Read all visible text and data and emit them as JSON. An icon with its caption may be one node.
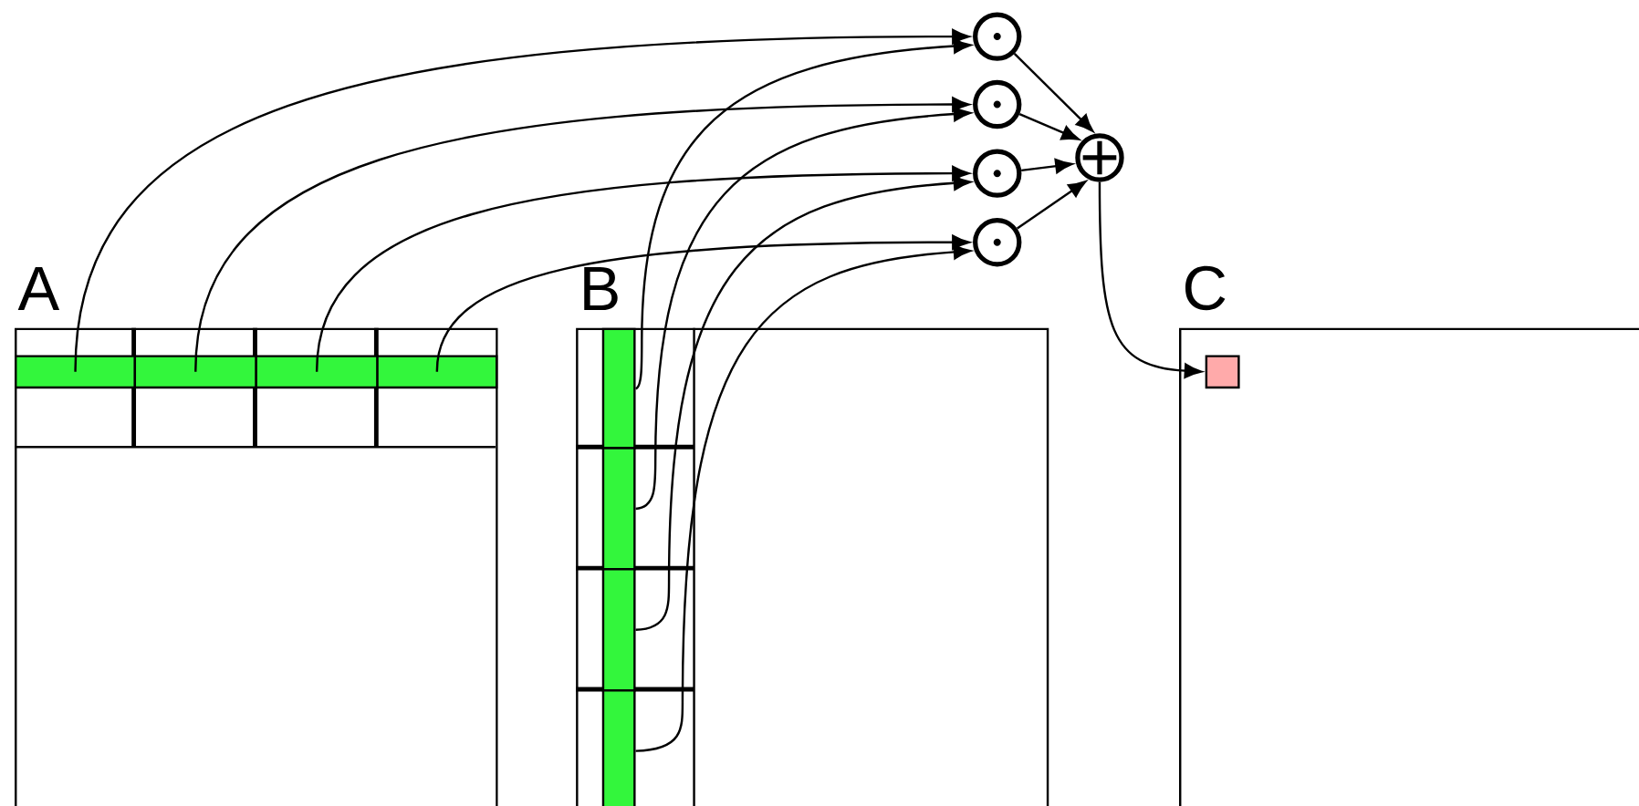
{
  "diagram": {
    "nodes": [
      {
        "text": [
          "A"
        ]
      },
      {
        "text": [],
        "shape": "box",
        "in": 0
      },
      {
        "text": [],
        "shape": "box",
        "in": 0
      },
      {
        "text": [],
        "shape": "box",
        "in": 0
      },
      {
        "text": [],
        "shape": "box",
        "in": 0
      },
      {
        "text": [
          "B"
        ]
      },
      {
        "text": [],
        "shape": "box",
        "in": 5
      },
      {
        "text": [],
        "shape": "box",
        "in": 5
      },
      {
        "text": [],
        "shape": "box",
        "in": 5
      },
      {
        "text": [],
        "shape": "box",
        "in": 5
      },
      {
        "text": [],
        "shape": "circle"
      },
      {
        "text": [],
        "shape": "circle"
      },
      {
        "text": [],
        "shape": "circle"
      },
      {
        "text": [],
        "shape": "circle"
      },
      {
        "text": [],
        "shape": "circle"
      },
      {
        "text": [
          "C"
        ]
      },
      {
        "text": [],
        "shape": "box",
        "in": 15
      }
    ],
    "edges": [
      {
        "from": 1,
        "to": 10,
        "arrow": "to"
      },
      {
        "from": 2,
        "to": 11,
        "arrow": "to"
      },
      {
        "from": 3,
        "to": 12,
        "arrow": "to"
      },
      {
        "from": 4,
        "to": 13,
        "arrow": "to"
      },
      {
        "from": 6,
        "to": 10,
        "arrow": "to"
      },
      {
        "from": 7,
        "to": 11,
        "arrow": "to"
      },
      {
        "from": 8,
        "to": 12,
        "arrow": "to"
      },
      {
        "from": 9,
        "to": 13,
        "arrow": "to"
      },
      {
        "from": 10,
        "to": 14,
        "arrow": "to"
      },
      {
        "from": 11,
        "to": 14,
        "arrow": "to"
      },
      {
        "from": 12,
        "to": 14,
        "arrow": "to"
      },
      {
        "from": 13,
        "to": 14,
        "arrow": "to"
      },
      {
        "from": 14,
        "to": 16,
        "arrow": "to"
      }
    ]
  }
}
